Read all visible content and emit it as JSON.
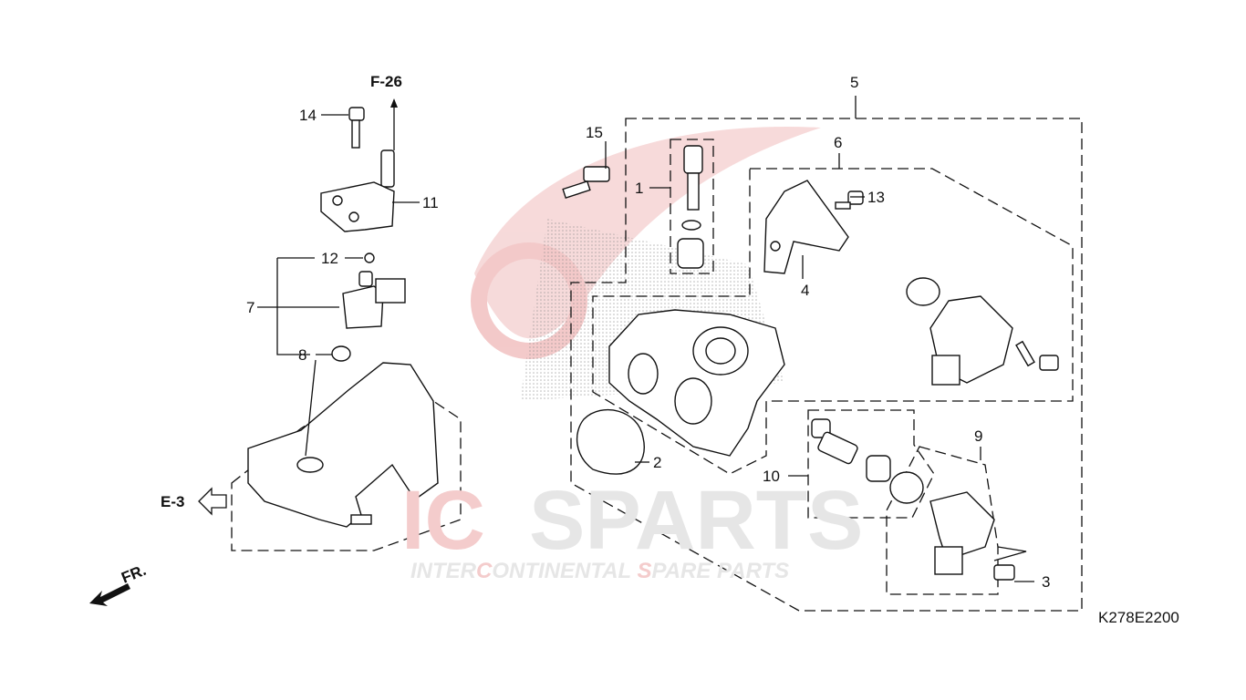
{
  "diagram": {
    "code": "K278E2200",
    "references": {
      "f26": "F-26",
      "e3": "E-3",
      "front": "FR."
    },
    "callouts": {
      "p1": "1",
      "p2": "2",
      "p3": "3",
      "p4": "4",
      "p5": "5",
      "p6": "6",
      "p7": "7",
      "p8": "8",
      "p9": "9",
      "p10": "10",
      "p11": "11",
      "p12": "12",
      "p13": "13",
      "p14": "14",
      "p15": "15"
    }
  },
  "watermark": {
    "brand_accent": "IC",
    "brand_rest": "SPARTS",
    "tagline_a": "INTER",
    "tagline_b": "C",
    "tagline_c": "ONTINENTAL ",
    "tagline_d": "S",
    "tagline_e": "PARE PARTS",
    "accent_color": "#f2c4c4",
    "gray_color": "#e4e4e4"
  }
}
